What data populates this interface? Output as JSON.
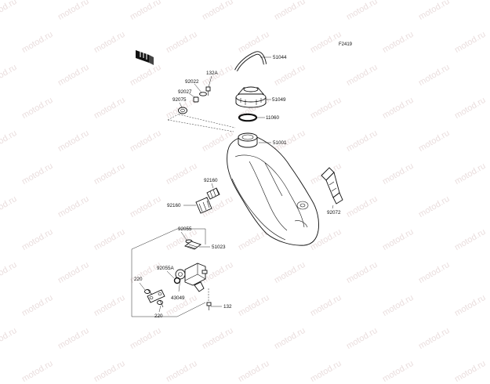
{
  "diagram": {
    "figure_ref": "F2419",
    "watermark": "motod.ru",
    "callouts": {
      "c51044": "51044",
      "c132a": "132A",
      "c92022": "92022",
      "c92027": "92027",
      "c92075": "92075",
      "c51049": "51049",
      "c11060": "11060",
      "c51001": "51001",
      "c92160a": "92160",
      "c92160b": "92160",
      "c92072": "92072",
      "c92055": "92055",
      "c51023": "51023",
      "c92055a": "92055A",
      "c220a": "220",
      "c43049": "43049",
      "c220b": "220",
      "c132": "132"
    }
  }
}
